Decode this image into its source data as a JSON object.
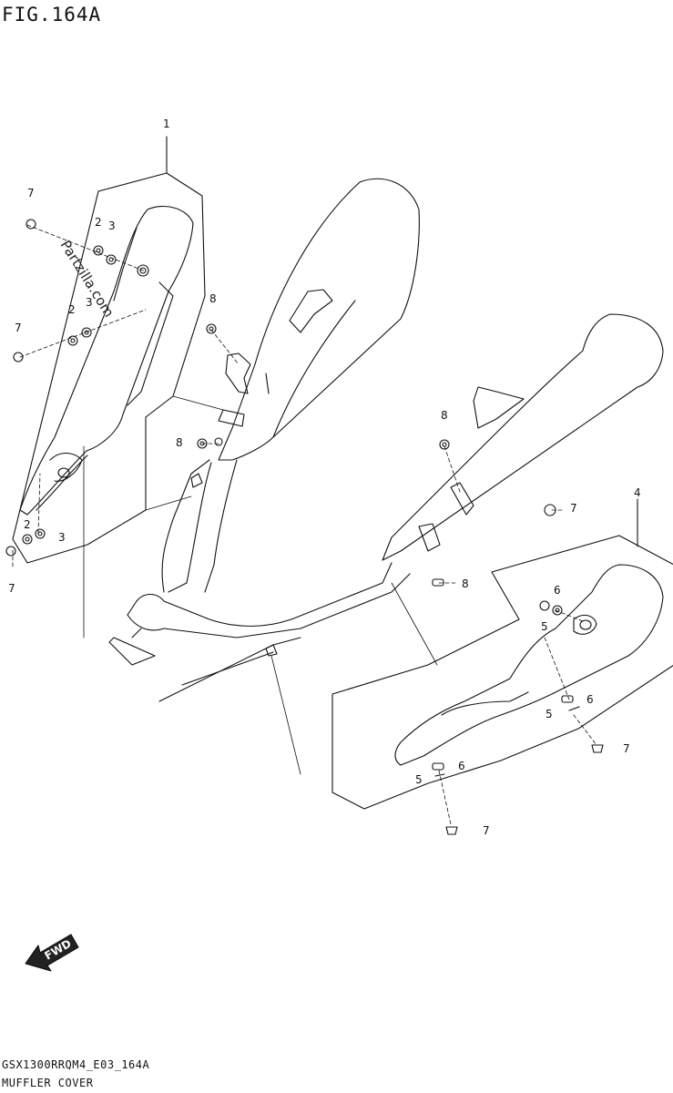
{
  "figure": {
    "title": "FIG.164A",
    "code": "GSX1300RRQM4_E03_164A",
    "name": "MUFFLER COVER"
  },
  "watermark": "Partzilla.com",
  "fwd_label": "FWD",
  "callouts": [
    {
      "id": "c1",
      "text": "1"
    },
    {
      "id": "c2a",
      "text": "7"
    },
    {
      "id": "c3",
      "text": "2"
    },
    {
      "id": "c4",
      "text": "3"
    },
    {
      "id": "c5",
      "text": "2"
    },
    {
      "id": "c6",
      "text": "3"
    },
    {
      "id": "c7",
      "text": "7"
    },
    {
      "id": "c8",
      "text": "8"
    },
    {
      "id": "c9",
      "text": "8"
    },
    {
      "id": "c10",
      "text": "2"
    },
    {
      "id": "c11",
      "text": "3"
    },
    {
      "id": "c12",
      "text": "7"
    },
    {
      "id": "c13",
      "text": "8"
    },
    {
      "id": "c14",
      "text": "7"
    },
    {
      "id": "c15",
      "text": "4"
    },
    {
      "id": "c16",
      "text": "8"
    },
    {
      "id": "c17",
      "text": "6"
    },
    {
      "id": "c18",
      "text": "5"
    },
    {
      "id": "c19",
      "text": "6"
    },
    {
      "id": "c20",
      "text": "5"
    },
    {
      "id": "c21",
      "text": "7"
    },
    {
      "id": "c22",
      "text": "6"
    },
    {
      "id": "c23",
      "text": "5"
    },
    {
      "id": "c24",
      "text": "7"
    }
  ]
}
